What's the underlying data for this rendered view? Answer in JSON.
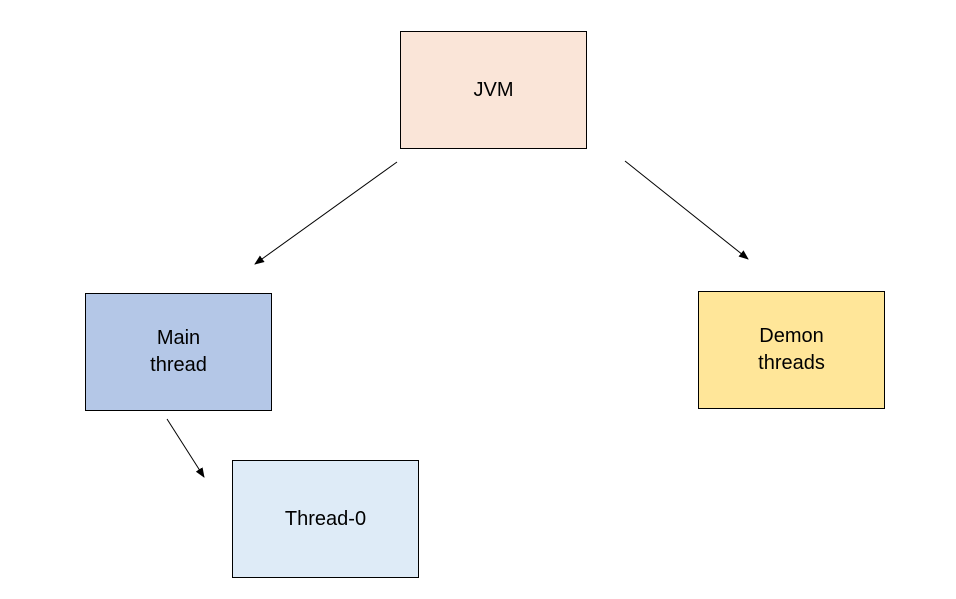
{
  "nodes": {
    "jvm": {
      "label": "JVM",
      "fill": "#fae5d8"
    },
    "main": {
      "label": "Main\nthread",
      "fill": "#b4c7e7"
    },
    "demon": {
      "label": "Demon\nthreads",
      "fill": "#ffe699"
    },
    "thread0": {
      "label": "Thread-0",
      "fill": "#deebf7"
    }
  },
  "edges": [
    {
      "from": "jvm",
      "to": "main"
    },
    {
      "from": "jvm",
      "to": "demon"
    },
    {
      "from": "main",
      "to": "thread0"
    }
  ],
  "colors": {
    "stroke": "#000000",
    "background": "#ffffff"
  }
}
